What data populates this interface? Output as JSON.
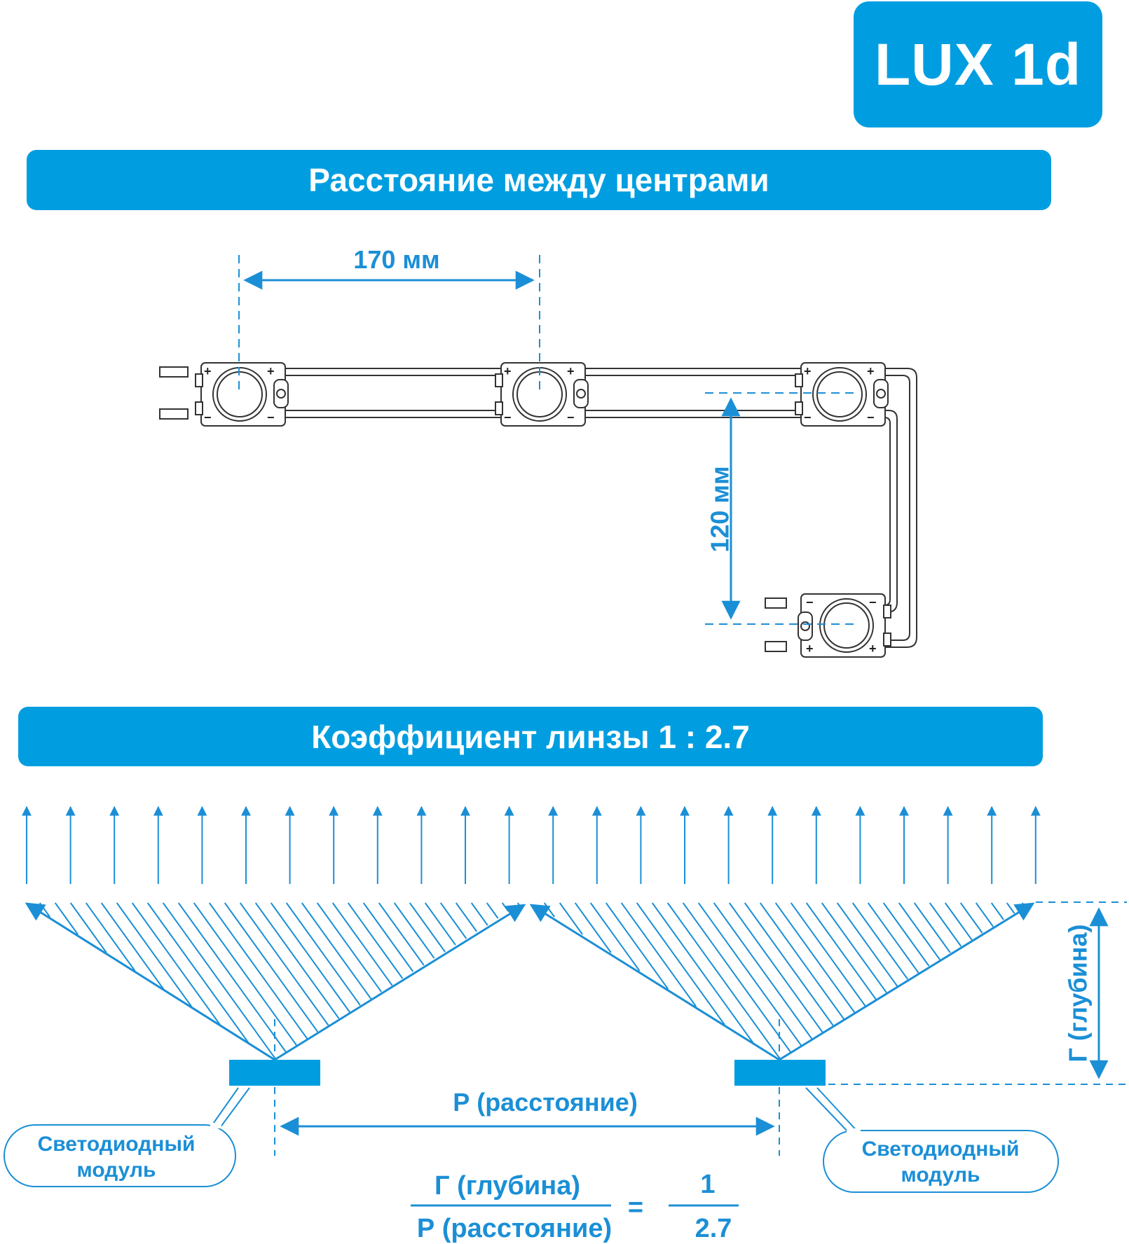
{
  "badge": {
    "text": "LUX 1d"
  },
  "section1": {
    "title": "Расстояние между центрами"
  },
  "section2": {
    "title": "Коэффициент линзы 1 : 2.7"
  },
  "layout_diagram": {
    "horizontal_spacing_label": "170 мм",
    "vertical_spacing_label": "120 мм",
    "plus_sign": "+",
    "minus_sign": "−"
  },
  "lens_diagram": {
    "depth_label": "Г (глубина)",
    "distance_label": "Р (расстояние)",
    "module_callout_left": [
      "Светодиодный",
      "модуль"
    ],
    "module_callout_right": [
      "Светодиодный",
      "модуль"
    ]
  },
  "formula": {
    "numerator": "Г (глубина)",
    "denominator": "Р (расстояние)",
    "equals": "=",
    "ratio_numerator": "1",
    "ratio_denominator": "2.7"
  },
  "colors": {
    "accent": "#009ee0",
    "line_blue": "#1b8fd6",
    "outline": "#333333"
  }
}
